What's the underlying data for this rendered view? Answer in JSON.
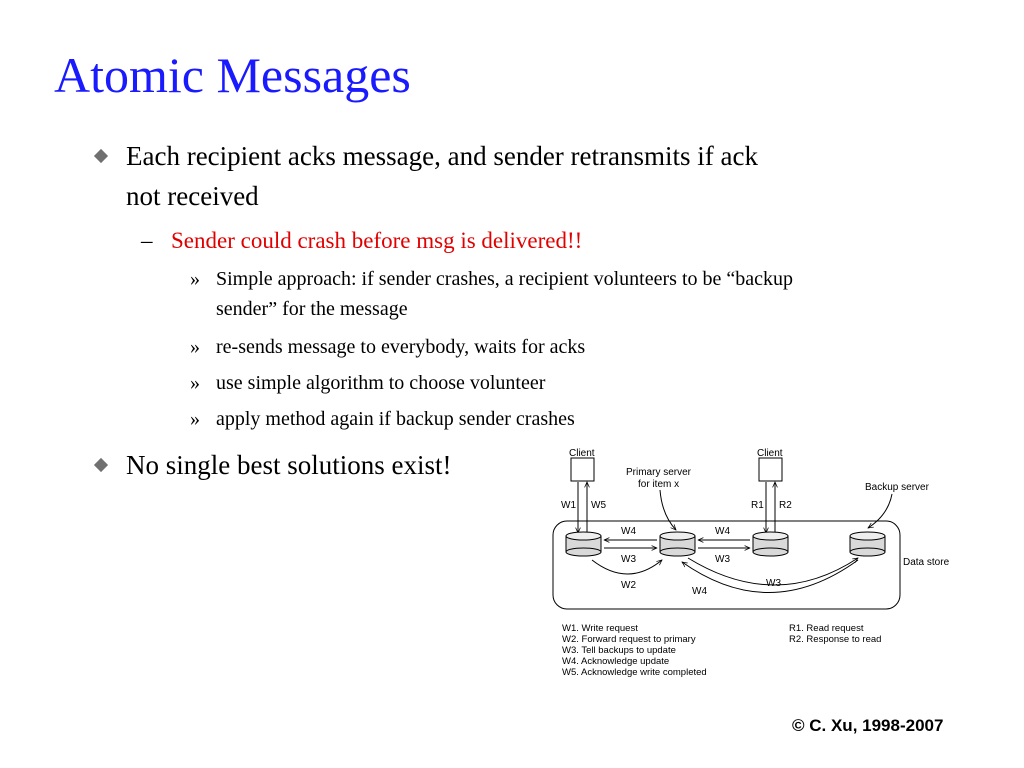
{
  "slide": {
    "title": "Atomic Messages",
    "accent_color": "#1a1aff",
    "highlight_color": "#e00000",
    "bullets": [
      {
        "line1": "Each recipient acks message, and sender retransmits if ack",
        "line2": "not received",
        "icon": "diamond-bullet-icon",
        "sub": {
          "marker": "–",
          "text": "Sender could crash before msg is delivered!!",
          "items": [
            {
              "marker": "»",
              "line1": "Simple approach: if sender crashes, a recipient volunteers to be “backup",
              "line2": "sender” for the message"
            },
            {
              "marker": "»",
              "line1": "re-sends message to everybody, waits for acks"
            },
            {
              "marker": "»",
              "line1": "use simple algorithm to choose volunteer"
            },
            {
              "marker": "»",
              "line1": "apply method again if backup sender crashes"
            }
          ]
        }
      },
      {
        "line1": "No single best solutions exist!",
        "icon": "diamond-bullet-icon"
      }
    ]
  },
  "diagram": {
    "client_left": "Client",
    "client_right": "Client",
    "primary_line1": "Primary server",
    "primary_line2": "for item x",
    "backup": "Backup server",
    "data_store": "Data store",
    "arrows": {
      "w1": "W1",
      "w5": "W5",
      "r1": "R1",
      "r2": "R2",
      "w4_left": "W4",
      "w4_right": "W4",
      "w3_left": "W3",
      "w3_right": "W3",
      "w2": "W2",
      "w4_bottom": "W4",
      "w3_bottom": "W3"
    },
    "legend_left": [
      "W1. Write request",
      "W2. Forward request to primary",
      "W3. Tell backups to update",
      "W4. Acknowledge update",
      "W5. Acknowledge write completed"
    ],
    "legend_right": [
      "R1. Read request",
      "R2. Response to read"
    ]
  },
  "footer": {
    "copyright": "© C. Xu, 1998-2007"
  }
}
